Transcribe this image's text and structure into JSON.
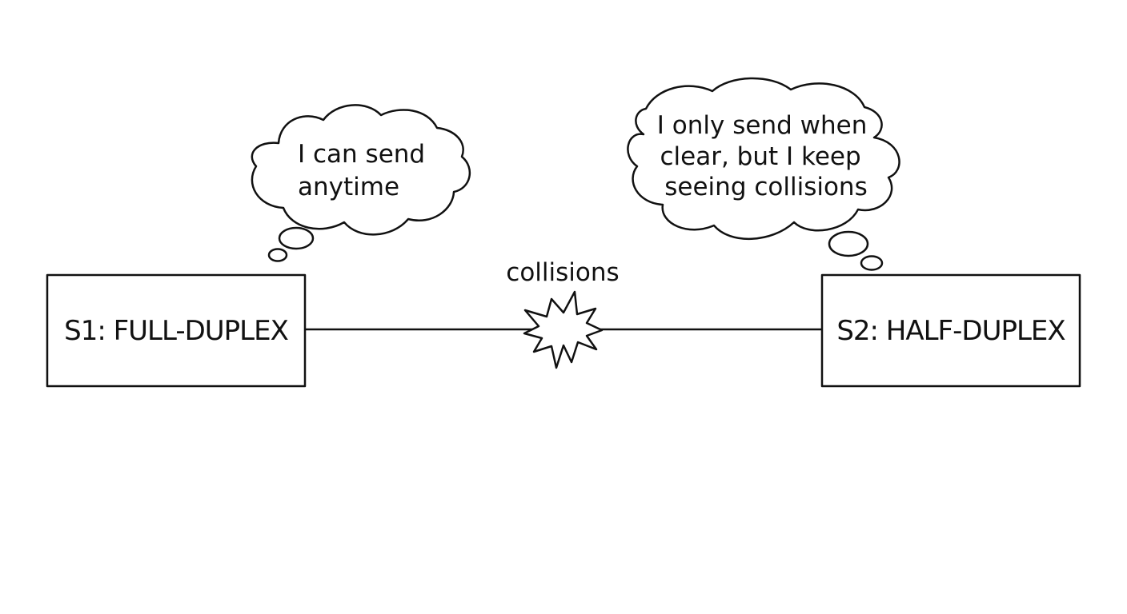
{
  "switch_left": {
    "label": "S1: FULL-DUPLEX",
    "thought": [
      "I can send",
      "anytime"
    ]
  },
  "switch_right": {
    "label": "S2: HALF-DUPLEX",
    "thought": [
      "I only send when",
      "clear, but I keep",
      "seeing collisions"
    ]
  },
  "link": {
    "label": "collisions",
    "marker_icon": "burst-icon"
  },
  "colors": {
    "stroke": "#111111",
    "background": "#ffffff"
  }
}
